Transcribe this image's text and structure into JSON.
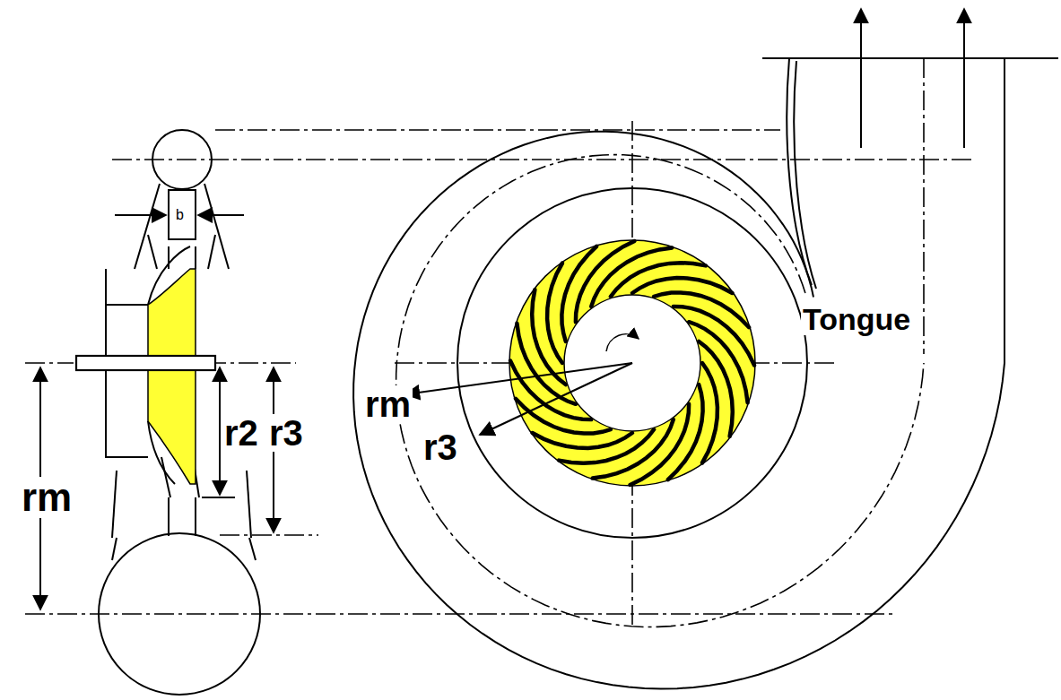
{
  "diagram": {
    "labels": [
      "b",
      "rm",
      "r2",
      "r3",
      "rm",
      "r3",
      "Tongue"
    ]
  }
}
